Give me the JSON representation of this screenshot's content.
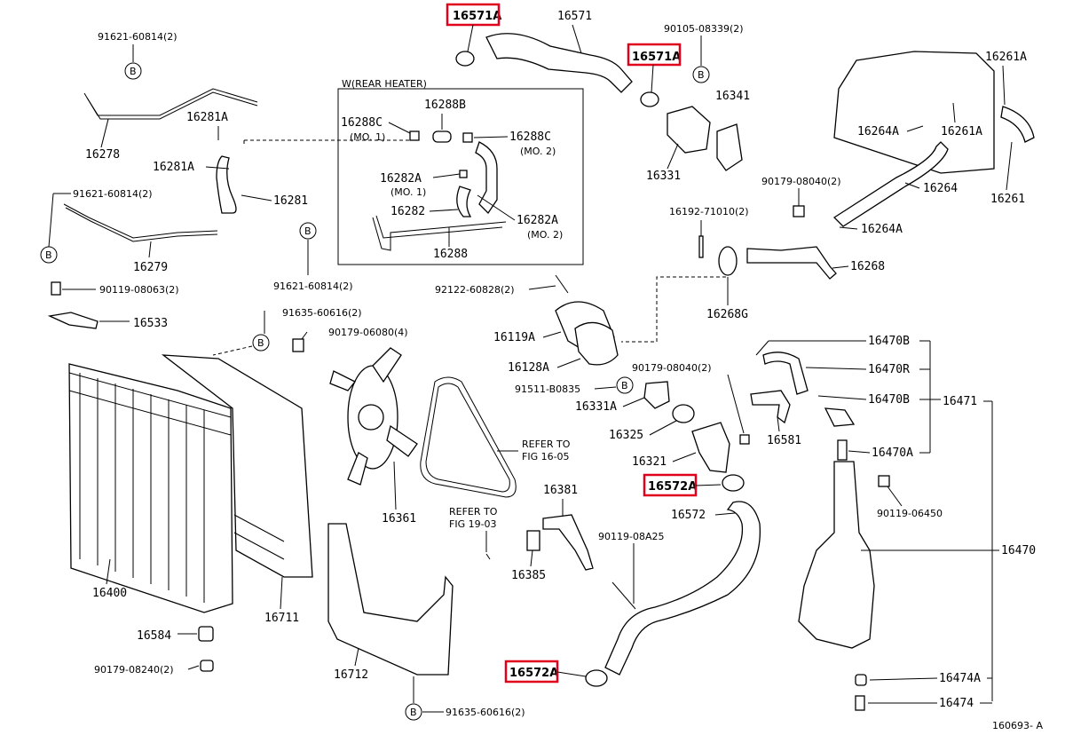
{
  "figure_id": "160693- A",
  "bubble_letter": "B",
  "highlight_color": "#e0001b",
  "inset_box_title": "W(REAR HEATER)",
  "labels": {
    "p16571A_top": "16571A",
    "p16571": "16571",
    "p90105": "90105-08339(2)",
    "p16571A_right": "16571A",
    "p16341": "16341",
    "p16331": "16331",
    "p16261A_top": "16261A",
    "p16261A_mid": "16261A",
    "p16264A_left": "16264A",
    "p16264": "16264",
    "p16261": "16261",
    "p90179_08040_top": "90179-08040(2)",
    "p16264A_right": "16264A",
    "p16192": "16192-71010(2)",
    "p16268": "16268",
    "p16268G": "16268G",
    "p91621_top": "91621-60814(2)",
    "p16281A_top": "16281A",
    "p16278": "16278",
    "p16281A_mid": "16281A",
    "p16281": "16281",
    "p91621_mid": "91621-60814(2)",
    "p16279": "16279",
    "p90119_08063": "90119-08063(2)",
    "p16533": "16533",
    "p16288B": "16288B",
    "p16288C_left": "16288C",
    "mo1_a": "(MO. 1)",
    "p16288C_right": "16288C",
    "mo2_a": "(MO. 2)",
    "p16282A_left": "16282A",
    "mo1_b": "(MO. 1)",
    "p16282": "16282",
    "p16282A_right": "16282A",
    "mo2_b": "(MO. 2)",
    "p16288": "16288",
    "p91621_bottom": "91621-60814(2)",
    "p92122": "92122-60828(2)",
    "p16119A": "16119A",
    "p16128A": "16128A",
    "p91511": "91511-B0835",
    "p90179_08040_mid": "90179-08040(2)",
    "p16331A": "16331A",
    "p16325": "16325",
    "p16321": "16321",
    "p16572A_upper": "16572A",
    "p16572": "16572",
    "p91635_top": "91635-60616(2)",
    "p90179_06080": "90179-06080(4)",
    "refer_16_05_a": "REFER TO",
    "refer_16_05_b": "FIG 16-05",
    "p16361": "16361",
    "p16381": "16381",
    "refer_19_03_a": "REFER TO",
    "refer_19_03_b": "FIG 19-03",
    "p90119_08A25": "90119-08A25",
    "p16385": "16385",
    "p16400": "16400",
    "p16711": "16711",
    "p16584": "16584",
    "p90179_08240": "90179-08240(2)",
    "p16712": "16712",
    "p16572A_lower": "16572A",
    "p91635_bottom": "91635-60616(2)",
    "p16470B_top": "16470B",
    "p16470R": "16470R",
    "p16470B_mid": "16470B",
    "p16471": "16471",
    "p16581": "16581",
    "p16470A": "16470A",
    "p90119_06450": "90119-06450",
    "p16470": "16470",
    "p16474A": "16474A",
    "p16474": "16474"
  }
}
